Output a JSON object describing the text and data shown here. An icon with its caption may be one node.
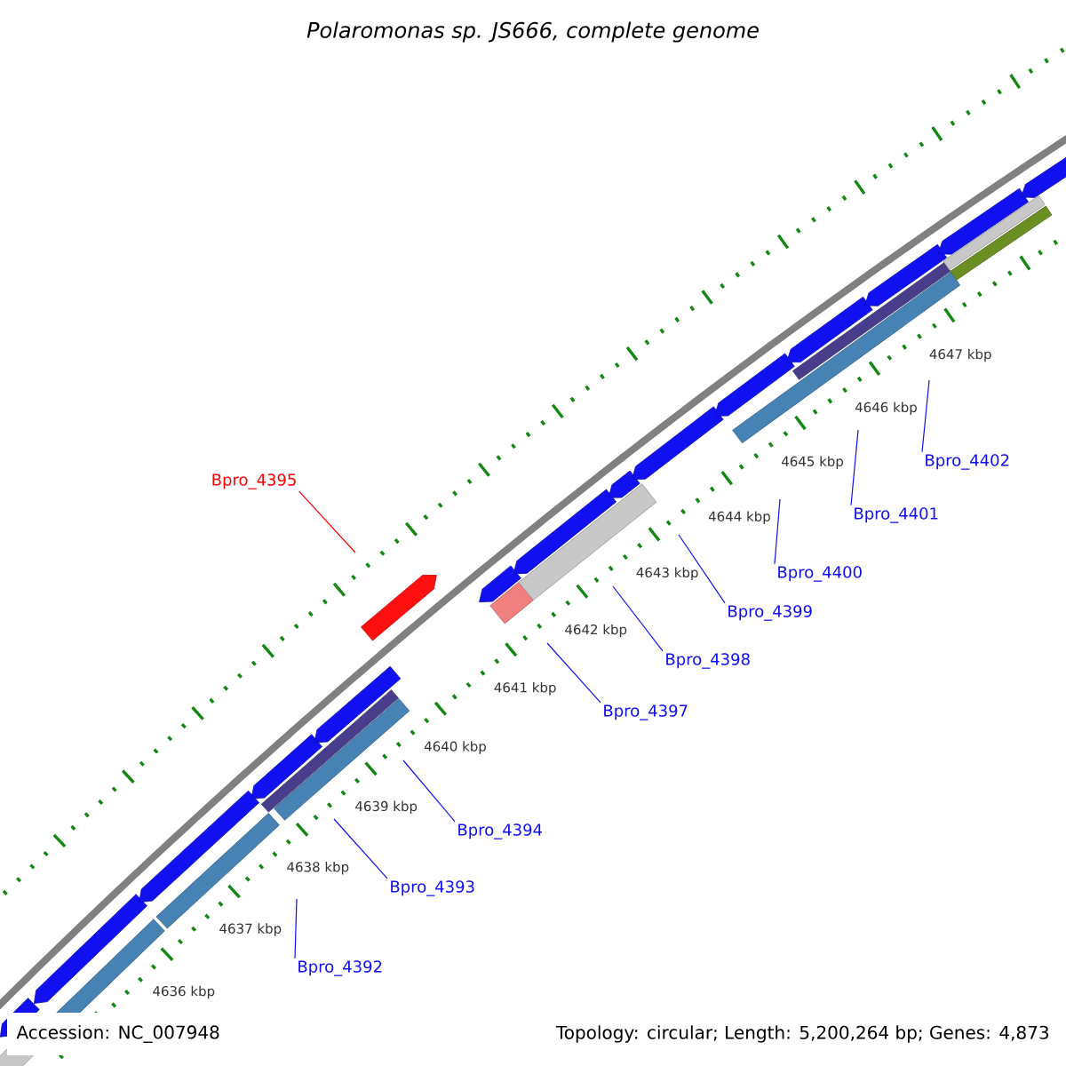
{
  "diagram": {
    "title": "Polaromonas sp. JS666, complete genome",
    "nodes": [
      {
        "text": [
          "Bpro_4395"
        ]
      },
      {
        "text": [
          "Bpro_4392"
        ]
      },
      {
        "text": [
          "Bpro_4393"
        ]
      },
      {
        "text": [
          "Bpro_4394"
        ]
      },
      {
        "text": [
          "Bpro_4397"
        ]
      },
      {
        "text": [
          "Bpro_4398"
        ]
      },
      {
        "text": [
          "Bpro_4399"
        ]
      },
      {
        "text": [
          "Bpro_4400"
        ]
      },
      {
        "text": [
          "Bpro_4401"
        ]
      },
      {
        "text": [
          "Bpro_4402"
        ]
      }
    ],
    "edges": [
      {
        "from": 0,
        "to": null,
        "arrow": "none",
        "color": "#ff0000"
      },
      {
        "from": 1,
        "to": null,
        "arrow": "none"
      },
      {
        "from": 2,
        "to": null,
        "arrow": "none"
      },
      {
        "from": 3,
        "to": null,
        "arrow": "none"
      },
      {
        "from": 4,
        "to": null,
        "arrow": "none"
      },
      {
        "from": 5,
        "to": null,
        "arrow": "none"
      },
      {
        "from": 6,
        "to": null,
        "arrow": "none"
      },
      {
        "from": 7,
        "to": null,
        "arrow": "none"
      },
      {
        "from": 8,
        "to": null,
        "arrow": "none"
      },
      {
        "from": 9,
        "to": null,
        "arrow": "none"
      }
    ],
    "labels": [
      "4636 kbp",
      "4637 kbp",
      "4638 kbp",
      "4639 kbp",
      "4640 kbp",
      "4641 kbp",
      "4642 kbp",
      "4643 kbp",
      "4644 kbp",
      "4645 kbp",
      "4646 kbp",
      "4647 kbp",
      "Accession: NC_007948",
      "Topology: circular; Length: 5,200,264 bp; Genes: 4,873"
    ]
  }
}
